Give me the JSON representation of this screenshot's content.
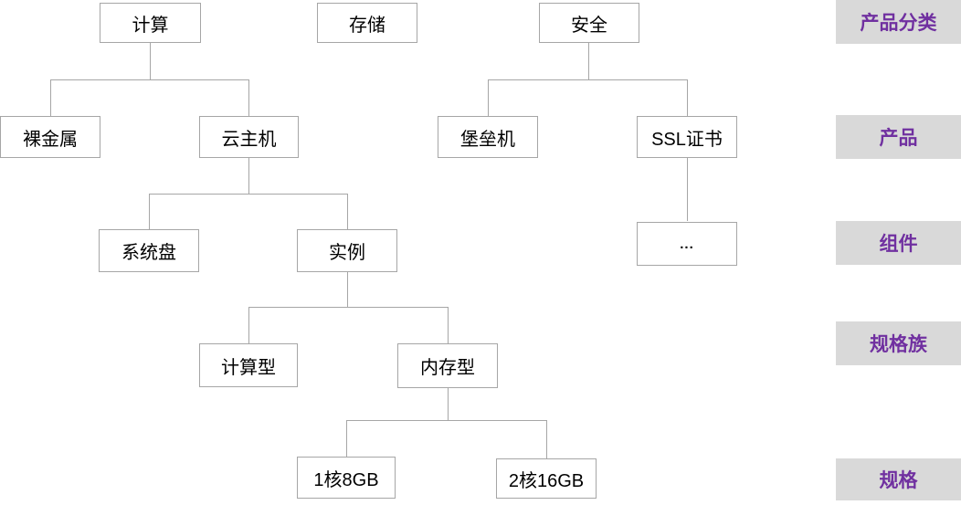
{
  "nodes": {
    "compute": "计算",
    "storage": "存储",
    "security": "安全",
    "bare_metal": "裸金属",
    "cloud_host": "云主机",
    "bastion": "堡垒机",
    "ssl_cert": "SSL证书",
    "system_disk": "系统盘",
    "instance": "实例",
    "ellipsis": "...",
    "compute_type": "计算型",
    "memory_type": "内存型",
    "spec_1c8g": "1核8GB",
    "spec_2c16g": "2核16GB"
  },
  "levels": {
    "product_category": "产品分类",
    "product": "产品",
    "component": "组件",
    "spec_family": "规格族",
    "spec": "规格"
  },
  "hierarchy": {
    "edges": [
      [
        "compute",
        "bare_metal"
      ],
      [
        "compute",
        "cloud_host"
      ],
      [
        "security",
        "bastion"
      ],
      [
        "security",
        "ssl_cert"
      ],
      [
        "cloud_host",
        "system_disk"
      ],
      [
        "cloud_host",
        "instance"
      ],
      [
        "ssl_cert",
        "ellipsis"
      ],
      [
        "instance",
        "compute_type"
      ],
      [
        "instance",
        "memory_type"
      ],
      [
        "memory_type",
        "spec_1c8g"
      ],
      [
        "memory_type",
        "spec_2c16g"
      ]
    ],
    "rows": {
      "product_category": [
        "compute",
        "storage",
        "security"
      ],
      "product": [
        "bare_metal",
        "cloud_host",
        "bastion",
        "ssl_cert"
      ],
      "component": [
        "system_disk",
        "instance",
        "ellipsis"
      ],
      "spec_family": [
        "compute_type",
        "memory_type"
      ],
      "spec": [
        "spec_1c8g",
        "spec_2c16g"
      ]
    }
  },
  "colors": {
    "label_bg": "#d9d9d9",
    "label_text": "#7030a0",
    "node_border": "#a6a6a6",
    "connector_line": "#a6a6a6",
    "node_text": "#000000",
    "background": "#ffffff"
  }
}
